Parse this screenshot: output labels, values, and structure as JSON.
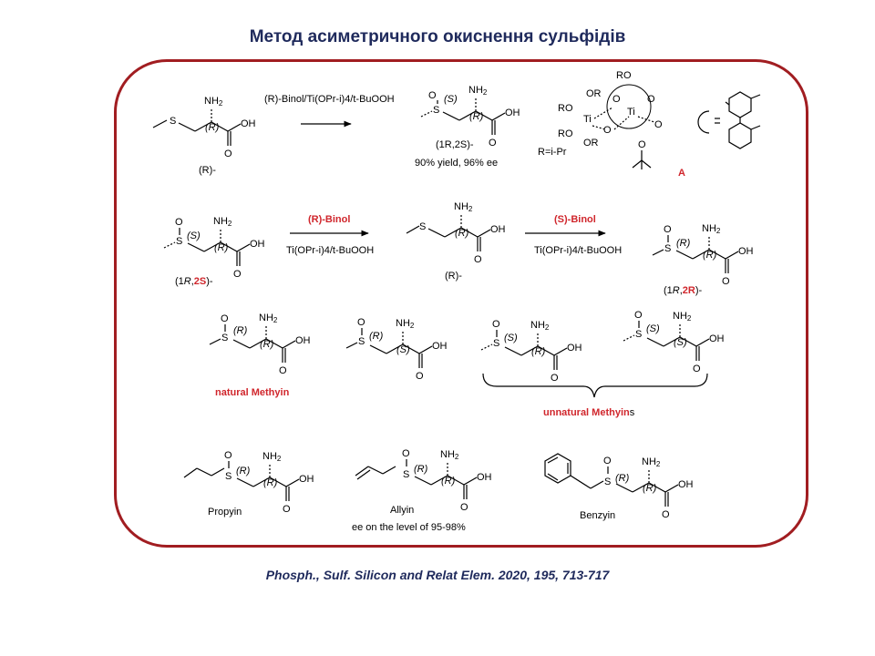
{
  "title": "Метод асиметричного окиснення сульфідів",
  "citation": "Phosph., Sulf. Silicon and Relat Elem. 2020, 195, 713-717",
  "colors": {
    "frame": "#a11d21",
    "title": "#1f2a5c",
    "highlight": "#d0262c"
  },
  "row1": {
    "reactant_label": "(R)-",
    "reagent": "(R)-Binol/Ti(OPr-i)4/t-BuOOH",
    "product_label": "(1R,2S)-",
    "yield_text": "90% yield, 96% ee",
    "catalyst_R_text": "R=i-Pr",
    "catalyst_label": "A"
  },
  "row2": {
    "start_label_pre": "(1",
    "start_label_R": "R",
    "start_label_comma": ",",
    "start_label_red": "2S",
    "start_label_post": ")-",
    "reagent1_top": "(R)-Binol",
    "reagent1_bottom": "Ti(OPr-i)4/t-BuOOH",
    "middle_label": "(R)-",
    "reagent2_top": "(S)-Binol",
    "reagent2_bottom": "Ti(OPr-i)4/t-BuOOH",
    "end_label_pre": "(1",
    "end_label_R": "R",
    "end_label_comma": ",",
    "end_label_red": "2R",
    "end_label_post": ")-"
  },
  "row3": {
    "natural_label": "natural Methyin",
    "unnatural_label_red": "unnatural Methyin",
    "unnatural_label_suffix": "s"
  },
  "row4": {
    "propyin": "Propyin",
    "allyin": "Allyin",
    "ee_note": "ee on the level of 95-98%",
    "benzyin": "Benzyin"
  }
}
